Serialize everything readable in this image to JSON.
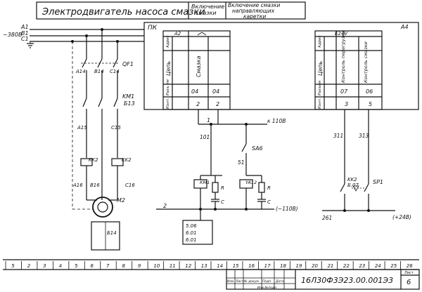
{
  "title": {
    "main": "Электродвигатель насоса смазки",
    "col1": [
      "Включение",
      "смазки"
    ],
    "col2": [
      "Включение смазки",
      "направляющих",
      "каретки"
    ]
  },
  "supply": {
    "phases": [
      "A1",
      "B1",
      "C1"
    ],
    "voltage": "~380В"
  },
  "power_circuit": {
    "breaker": "QF1",
    "breaker_terminals": [
      "A14",
      "B14",
      "C14"
    ],
    "contactor": [
      "KM1",
      "Б13"
    ],
    "mid_wires": [
      "A15",
      "C15"
    ],
    "overloads": [
      "KK2",
      "KK2"
    ],
    "motor_wires": [
      "A16",
      "B16",
      "C16"
    ],
    "motor": "M2",
    "inset_label": "Б14"
  },
  "pk": {
    "label": "ПК",
    "card": "A2",
    "sheet": "A4",
    "header_row_labels": [
      "Адрес",
      "Цепь",
      "Разъ ем",
      "Конт."
    ],
    "chain": "Смазка",
    "connector": [
      "04",
      "04"
    ],
    "contacts": [
      "2",
      "2"
    ],
    "node": "1",
    "wire1": "101",
    "ref1108": "к 110В",
    "switch": "SA6",
    "wire51": "51",
    "coil1": "КМ1",
    "coil2": "YA12",
    "r": "R",
    "c": "C",
    "r2": "R",
    "c2": "C",
    "wire2": "2",
    "return_label": "(~110В)",
    "refs": [
      "5.06",
      "6.01",
      "6.01"
    ]
  },
  "e24": {
    "card": "E24V",
    "header_row_labels": [
      "Адрес",
      "Цепь",
      "Разъем",
      "Конт."
    ],
    "chains": [
      "Контроль перегрузки",
      "Контроль смазки"
    ],
    "connector": [
      "07",
      "06"
    ],
    "contacts": [
      "3",
      "5"
    ],
    "wires": [
      "311",
      "313"
    ],
    "kk_label": [
      "KK2",
      "Б.07"
    ],
    "sp": "SP1",
    "gnd_label": "261",
    "plus": "(+24В)"
  },
  "ruler": [
    "5",
    "2",
    "3",
    "4",
    "5",
    "6",
    "7",
    "8",
    "9",
    "10",
    "11",
    "12",
    "13",
    "14",
    "15",
    "16",
    "17",
    "18",
    "19",
    "20",
    "21",
    "22",
    "23",
    "24",
    "25",
    "26"
  ],
  "stamp": {
    "code": "16Л30Ф3Э23.00.001Э3",
    "sheet": "6",
    "sheet_label": "Лист",
    "cols": [
      "Изм",
      "Лист",
      "№ докум.",
      "Подп.",
      "Дата"
    ],
    "inv": "Инв.№подл."
  }
}
